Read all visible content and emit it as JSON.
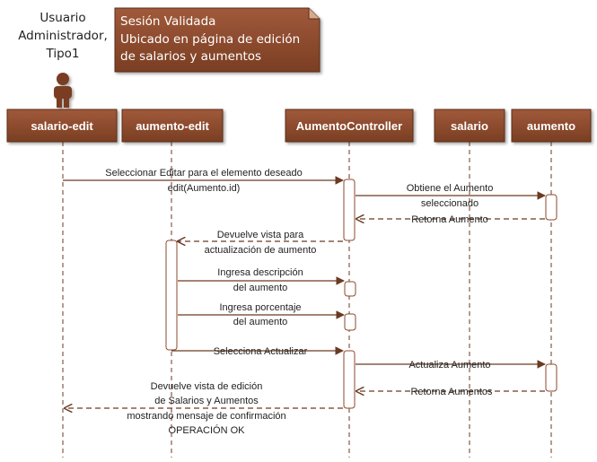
{
  "actor": {
    "lines": [
      "Usuario",
      "Administrador,",
      "Tipo1"
    ]
  },
  "note": {
    "lines": [
      "Sesión Validada",
      "Ubicado en página de edición",
      "de salarios y aumentos"
    ]
  },
  "participants": [
    "salario-edit",
    "aumento-edit",
    "AumentoController",
    "salario",
    "aumento"
  ],
  "messages": [
    {
      "lines": [
        "Seleccionar Editar para el elemento deseado",
        "edit(Aumento.id)"
      ],
      "style": "solid"
    },
    {
      "lines": [
        "Obtiene el Aumento",
        "seleccionado"
      ],
      "style": "solid"
    },
    {
      "lines": [
        "Retorna Aumento"
      ],
      "style": "dashed"
    },
    {
      "lines": [
        "Devuelve vista para",
        "actualización de aumento"
      ],
      "style": "dashed"
    },
    {
      "lines": [
        "Ingresa descripción",
        "del aumento"
      ],
      "style": "solid"
    },
    {
      "lines": [
        "Ingresa porcentaje",
        "del aumento"
      ],
      "style": "solid"
    },
    {
      "lines": [
        "Selecciona Actualizar"
      ],
      "style": "solid"
    },
    {
      "lines": [
        "Actualiza Aumento"
      ],
      "style": "solid"
    },
    {
      "lines": [
        "Retorna Aumentos"
      ],
      "style": "dashed"
    },
    {
      "lines": [
        "Devuelve vista de edición",
        "de Salarios y Aumentos",
        "mostrando mensaje de confirmación",
        "OPERACIÓN OK"
      ],
      "style": "dashed"
    }
  ],
  "colors": {
    "participant_box": "#8b4a2c",
    "note_fill": "#8b4a2c",
    "lifeline": "#6b3a22",
    "arrow": "#6b3a22",
    "activation_border": "#8b4a2c"
  }
}
